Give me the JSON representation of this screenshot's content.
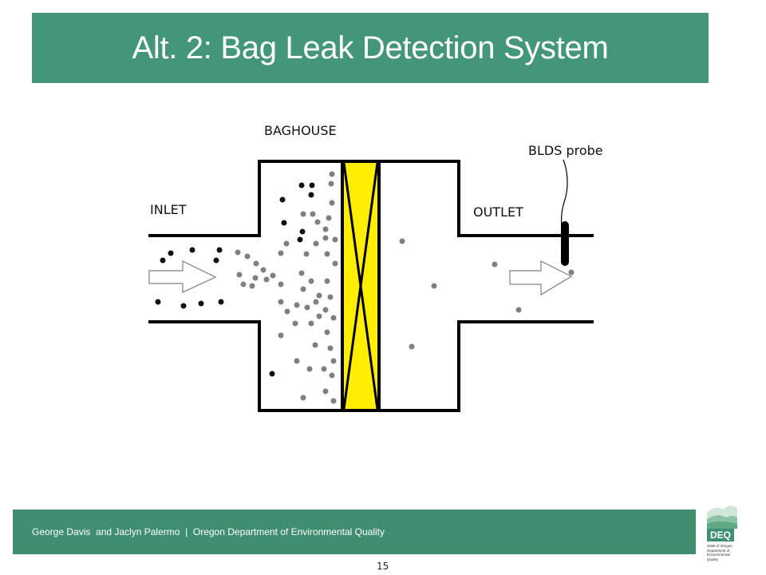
{
  "slide": {
    "title": "Alt. 2: Bag Leak Detection System",
    "page_number": "15"
  },
  "diagram": {
    "labels": {
      "baghouse": "BAGHOUSE",
      "inlet": "INLET",
      "outlet": "OUTLET",
      "probe": "BLDS probe"
    },
    "colors": {
      "filter": "#ffee00",
      "particle_dark": "#111111",
      "particle_grey": "#808080",
      "arrow": "#808080"
    }
  },
  "footer": {
    "text": "George Davis  and Jaclyn Palermo  |  Oregon Department of Environmental Quality",
    "logo_text": "DEQ",
    "logo_subtext": "State of Oregon Department of Environmental Quality"
  }
}
